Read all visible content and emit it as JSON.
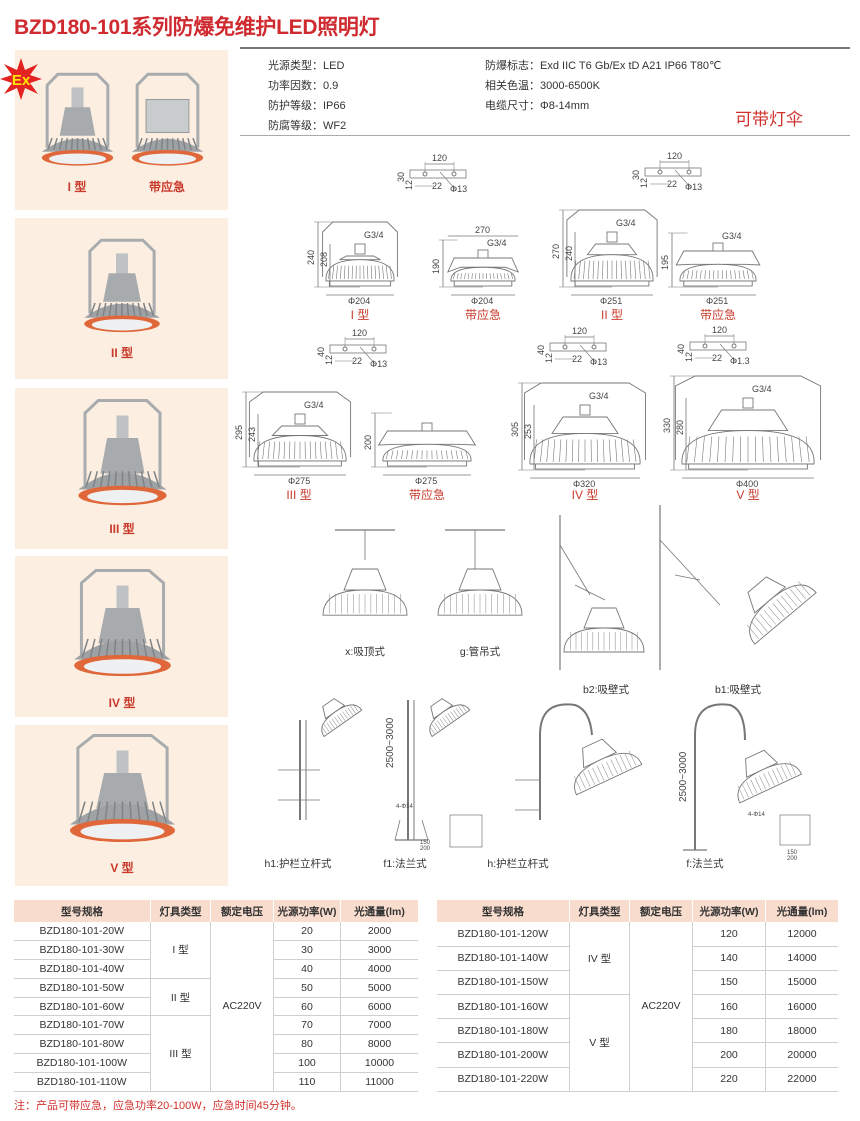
{
  "title": "BZD180-101系列防爆免维护LED照明灯",
  "ex_badge": "Ex",
  "photos": [
    {
      "label": "I 型"
    },
    {
      "label": "带应急"
    },
    {
      "label": "II 型"
    },
    {
      "label": "III 型"
    },
    {
      "label": "IV 型"
    },
    {
      "label": "V 型"
    }
  ],
  "specs": {
    "left": [
      {
        "label": "光源类型：",
        "value": "LED"
      },
      {
        "label": "功率因数：",
        "value": "0.9"
      },
      {
        "label": "防护等级：",
        "value": "IP66"
      },
      {
        "label": "防腐等级：",
        "value": "WF2"
      }
    ],
    "right": [
      {
        "label": "防爆标志：",
        "value": "Exd IIC T6 Gb/Ex tD A21 IP66 T80℃"
      },
      {
        "label": "相关色温：",
        "value": "3000-6500K"
      },
      {
        "label": "电缆尺寸：",
        "value": "Φ8-14mm"
      }
    ],
    "umbrella": "可带灯伞"
  },
  "drawings": [
    {
      "label": "I 型",
      "h1": "240",
      "h2": "208",
      "thread": "G3/4",
      "dia": "Φ204"
    },
    {
      "label": "带应急",
      "w": "270",
      "h1": "190",
      "thread": "G3/4",
      "dia": "Φ204"
    },
    {
      "label": "II 型",
      "h1": "270",
      "h2": "240",
      "thread": "G3/4",
      "dia": "Φ251"
    },
    {
      "label": "带应急",
      "h1": "195",
      "thread": "G3/4",
      "dia": "Φ251"
    },
    {
      "label": "III 型",
      "h1": "295",
      "h2": "243",
      "thread": "G3/4",
      "dia": "Φ275"
    },
    {
      "label": "带应急",
      "h1": "200",
      "dia": "Φ275"
    },
    {
      "label": "IV 型",
      "h1": "305",
      "h2": "253",
      "thread": "G3/4",
      "dia": "Φ320"
    },
    {
      "label": "V 型",
      "h1": "330",
      "h2": "280",
      "thread": "G3/4",
      "dia": "Φ400"
    }
  ],
  "brackets": [
    {
      "span": "120",
      "h": "30",
      "t": "12",
      "off": "22",
      "hole": "Φ13"
    },
    {
      "span": "120",
      "h": "30",
      "t": "12",
      "off": "22",
      "hole": "Φ13"
    },
    {
      "span": "120",
      "h": "40",
      "t": "12",
      "off": "22",
      "hole": "Φ13"
    },
    {
      "span": "120",
      "h": "40",
      "t": "12",
      "off": "22",
      "hole": "Φ13"
    },
    {
      "span": "120",
      "h": "40",
      "t": "12",
      "off": "22",
      "hole": "Φ1.3"
    }
  ],
  "mounting": [
    {
      "label": "x:吸顶式"
    },
    {
      "label": "g:管吊式"
    },
    {
      "label": "b2:吸壁式"
    },
    {
      "label": "b1:吸壁式"
    },
    {
      "label": "h1:护栏立杆式"
    },
    {
      "label": "f1:法兰式",
      "height": "2500~3000",
      "flange": "4-Φ14",
      "a": "150",
      "b": "200"
    },
    {
      "label": "h:护栏立杆式"
    },
    {
      "label": "f:法兰式",
      "height": "2500~3000",
      "flange": "4-Φ14",
      "a": "150",
      "b": "200"
    }
  ],
  "table_headers": [
    "型号规格",
    "灯具类型",
    "额定电压",
    "光源功率(W)",
    "光通量(lm)"
  ],
  "table1": {
    "voltage": "AC220V",
    "types": [
      "I 型",
      "II 型",
      "III 型"
    ],
    "rows": [
      [
        "BZD180-101-20W",
        "20",
        "2000"
      ],
      [
        "BZD180-101-30W",
        "30",
        "3000"
      ],
      [
        "BZD180-101-40W",
        "40",
        "4000"
      ],
      [
        "BZD180-101-50W",
        "50",
        "5000"
      ],
      [
        "BZD180-101-60W",
        "60",
        "6000"
      ],
      [
        "BZD180-101-70W",
        "70",
        "7000"
      ],
      [
        "BZD180-101-80W",
        "80",
        "8000"
      ],
      [
        "BZD180-101-100W",
        "100",
        "10000"
      ],
      [
        "BZD180-101-110W",
        "110",
        "11000"
      ]
    ]
  },
  "table2": {
    "voltage": "AC220V",
    "types": [
      "IV 型",
      "V 型"
    ],
    "rows": [
      [
        "BZD180-101-120W",
        "120",
        "12000"
      ],
      [
        "BZD180-101-140W",
        "140",
        "14000"
      ],
      [
        "BZD180-101-150W",
        "150",
        "15000"
      ],
      [
        "BZD180-101-160W",
        "160",
        "16000"
      ],
      [
        "BZD180-101-180W",
        "180",
        "18000"
      ],
      [
        "BZD180-101-200W",
        "200",
        "20000"
      ],
      [
        "BZD180-101-220W",
        "220",
        "22000"
      ]
    ]
  },
  "note": "注：产品可带应急，应急功率20-100W，应急时间45分钟。",
  "colors": {
    "accent": "#cf2a2f",
    "panel": "#fcefe1",
    "table_header": "#f8dccd",
    "lamp_ring": "#e0673a"
  }
}
